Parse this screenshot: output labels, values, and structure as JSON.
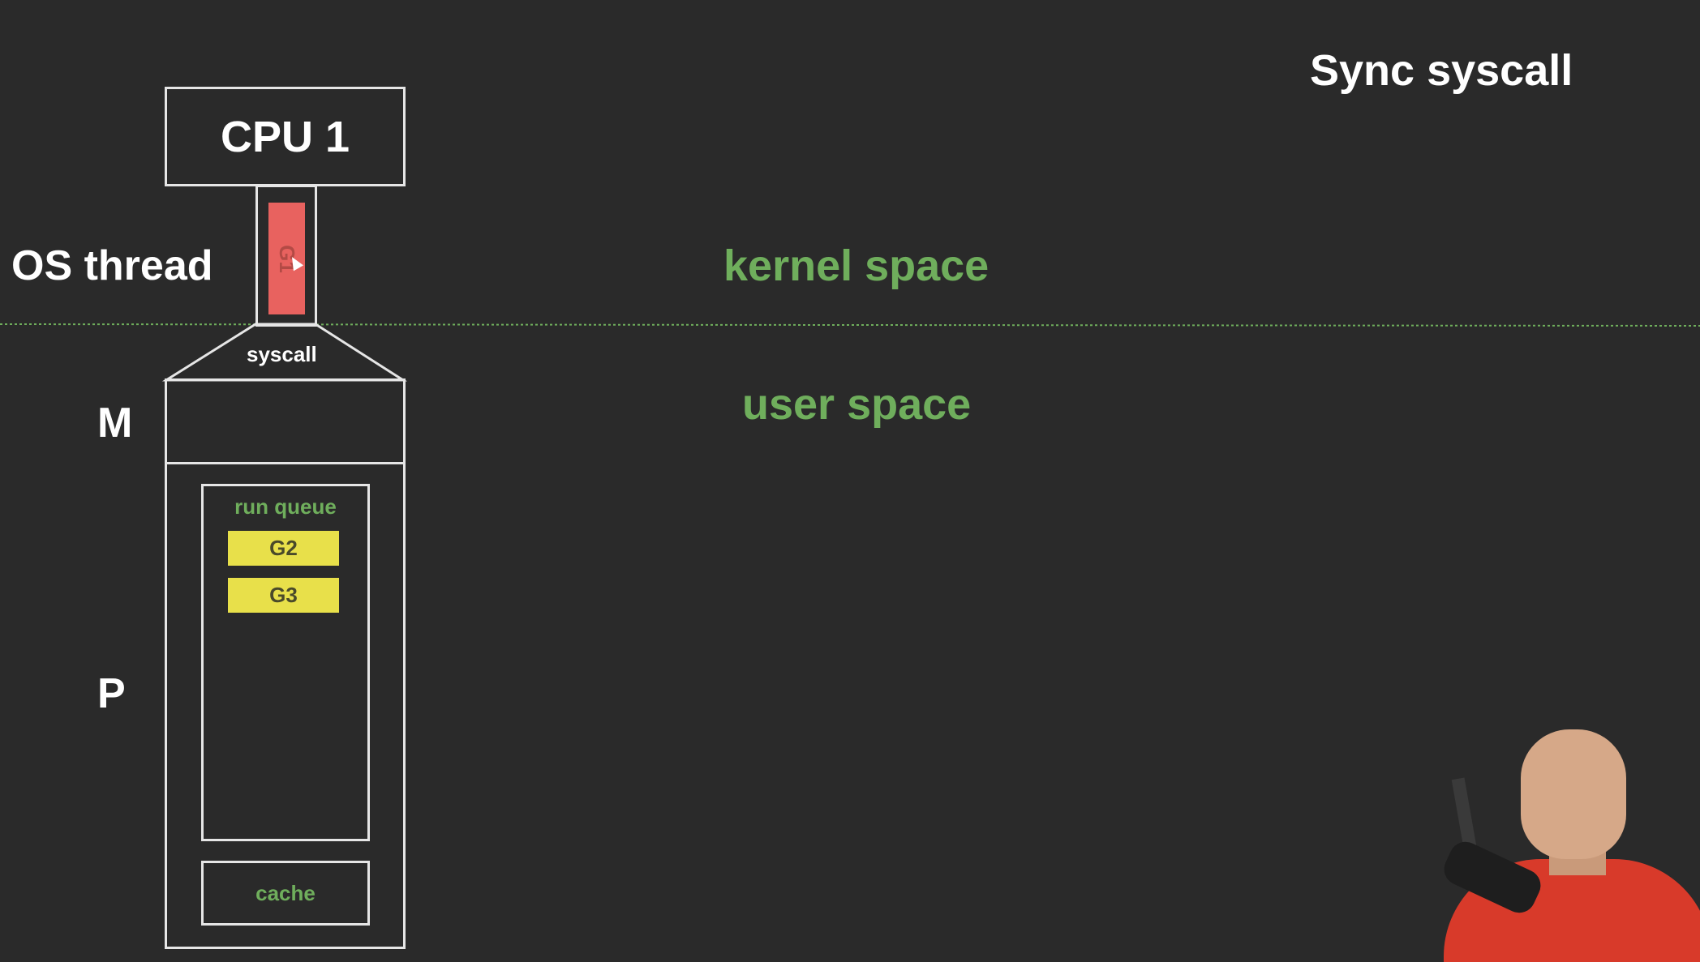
{
  "title": "Sync syscall",
  "labels": {
    "os_thread": "OS thread",
    "m": "M",
    "p": "P",
    "kernel_space": "kernel space",
    "user_space": "user space"
  },
  "cpu": {
    "label": "CPU 1"
  },
  "thread": {
    "goroutine": "G1",
    "goroutine_color": "#e8625f"
  },
  "syscall": {
    "label": "syscall"
  },
  "run_queue": {
    "label": "run queue",
    "items": [
      "G2",
      "G3"
    ],
    "item_color": "#e8e04a"
  },
  "cache": {
    "label": "cache"
  },
  "colors": {
    "background": "#2a2a2a",
    "accent_green": "#6fae5c",
    "outline": "#e6e6e6"
  }
}
